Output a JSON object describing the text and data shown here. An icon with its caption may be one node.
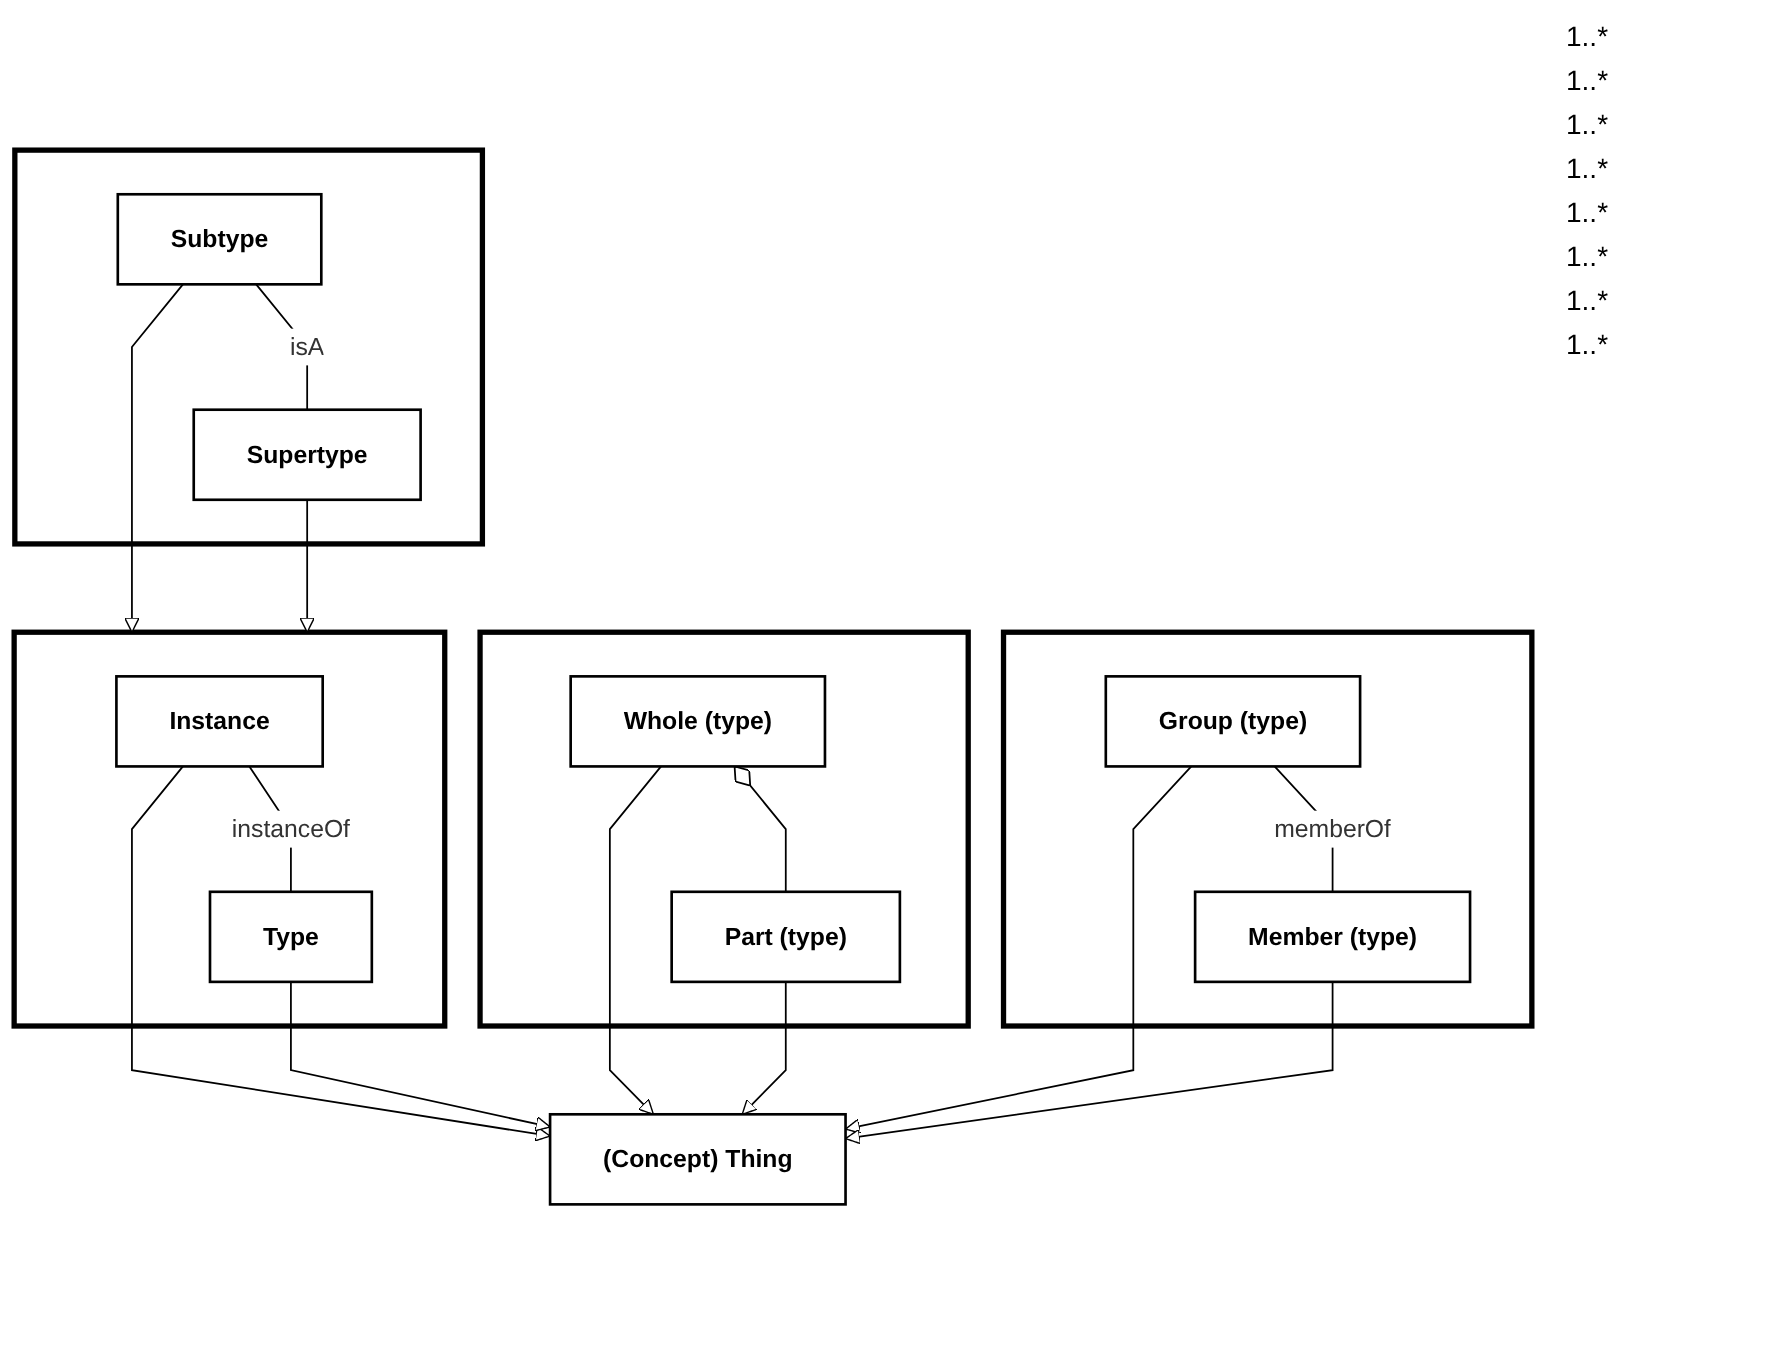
{
  "diagram": {
    "nodes": [
      {
        "text": [],
        "shape": "box"
      },
      {
        "text": [
          "Subtype"
        ],
        "in": 0
      },
      {
        "text": [
          "Supertype"
        ],
        "in": 0
      },
      {
        "text": [],
        "shape": "box"
      },
      {
        "text": [
          "Instance"
        ],
        "in": 3
      },
      {
        "text": [
          "Type"
        ],
        "in": 3
      },
      {
        "text": [],
        "shape": "box"
      },
      {
        "text": [
          "Whole (type)"
        ],
        "in": 6
      },
      {
        "text": [
          "Part (type)"
        ],
        "in": 6
      },
      {
        "text": [
          "(Concept) Thing"
        ]
      },
      {
        "text": [],
        "shape": "box"
      },
      {
        "text": [
          "Group (type)"
        ],
        "in": 10
      },
      {
        "text": [
          "Member (type)"
        ],
        "in": 10
      }
    ],
    "edges": [
      {
        "from": 1,
        "to": 2,
        "arrow": "none",
        "label": "isA"
      },
      {
        "from": 1,
        "to": 3,
        "arrow": "to"
      },
      {
        "from": 2,
        "to": 3,
        "arrow": "to"
      },
      {
        "from": 4,
        "to": 5,
        "arrow": "none",
        "label": "instanceOf"
      },
      {
        "from": 4,
        "to": 9,
        "arrow": "to"
      },
      {
        "from": 5,
        "to": 9,
        "arrow": "to"
      },
      {
        "from": 7,
        "to": 8,
        "arrow": "other"
      },
      {
        "from": 7,
        "to": 9,
        "arrow": "to"
      },
      {
        "from": 8,
        "to": 9,
        "arrow": "to"
      },
      {
        "from": 11,
        "to": 12,
        "arrow": "none",
        "label": "memberOf"
      },
      {
        "from": 11,
        "to": 9,
        "arrow": "to"
      },
      {
        "from": 12,
        "to": 9,
        "arrow": "to"
      }
    ],
    "labels": [
      "1..*",
      "1..*",
      "1..*",
      "1..*",
      "1..*",
      "1..*",
      "1..*",
      "1..*"
    ]
  }
}
